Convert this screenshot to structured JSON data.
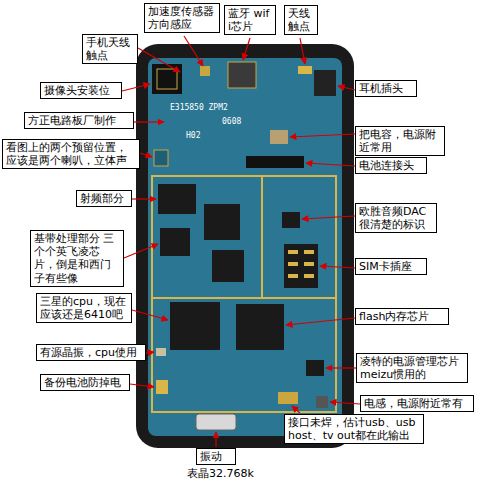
{
  "diagram": {
    "nodes": [
      {
        "text": [
          "加速度传感器 方向感应"
        ]
      },
      {
        "text": [
          "蓝牙 wifi芯片"
        ]
      },
      {
        "text": [
          "天线 触点"
        ]
      },
      {
        "text": [
          "手机天线 触点"
        ]
      },
      {
        "text": [
          "摄像头安装位"
        ]
      },
      {
        "text": [
          "耳机插头"
        ]
      },
      {
        "text": [
          "方正电路板厂制作"
        ]
      },
      {
        "text": [
          "把电容，电源附 近常用"
        ]
      },
      {
        "text": [
          "看图上的两个预留位置， 应该是两个喇叭，立体声"
        ]
      },
      {
        "text": [
          "电池连接头"
        ]
      },
      {
        "text": [
          "射频部分"
        ]
      },
      {
        "text": [
          "欧胜音频DAC 很清楚的标识"
        ]
      },
      {
        "text": [
          "基带处理部分 三个个英飞凌芯片，倒是和西门子有些像"
        ]
      },
      {
        "text": [
          "SIM卡插座"
        ]
      },
      {
        "text": [
          "三星的cpu，现在 应该还是6410吧"
        ]
      },
      {
        "text": [
          "flash内存芯片"
        ]
      },
      {
        "text": [
          "有源晶振，cpu使用"
        ]
      },
      {
        "text": [
          "凌特的电源管理芯片 meizu惯用的"
        ]
      },
      {
        "text": [
          "备份电池防掉电"
        ]
      },
      {
        "text": [
          "电感，电源附近常有"
        ]
      },
      {
        "text": [
          "振动"
        ]
      },
      {
        "text": [
          "接口未焊，估计usb、usb host、tv out都在此输出"
        ]
      }
    ],
    "labels": [
      "E315850 ZPM2",
      "0608",
      "H02",
      "表晶32.768k"
    ]
  }
}
